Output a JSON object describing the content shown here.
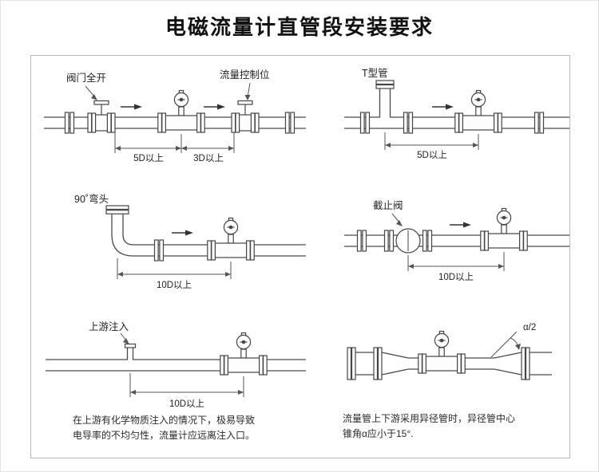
{
  "page": {
    "title": "电磁流量计直管段安装要求"
  },
  "panels": {
    "valve_open": {
      "label_valve": "阀门全开",
      "label_control": "流量控制位",
      "dim_5d": "5D以上",
      "dim_3d": "3D以上"
    },
    "t_pipe": {
      "label": "T型管",
      "dim_5d": "5D以上"
    },
    "elbow": {
      "label": "90˚弯头",
      "dim_10d": "10D以上"
    },
    "stop_valve": {
      "label": "截止阀",
      "dim_10d": "10D以上"
    },
    "injection": {
      "label": "上游注入",
      "dim_10d": "10D以上",
      "caption_line1": "在上游有化学物质注入的情况下，极易导致",
      "caption_line2": "电导率的不均匀性，流量计应远离注入口。"
    },
    "reducer": {
      "angle_label": "α/2",
      "caption_line1": "流量管上下游采用异径管时，异径管中心",
      "caption_line2": "锥角α应小于15°."
    }
  }
}
